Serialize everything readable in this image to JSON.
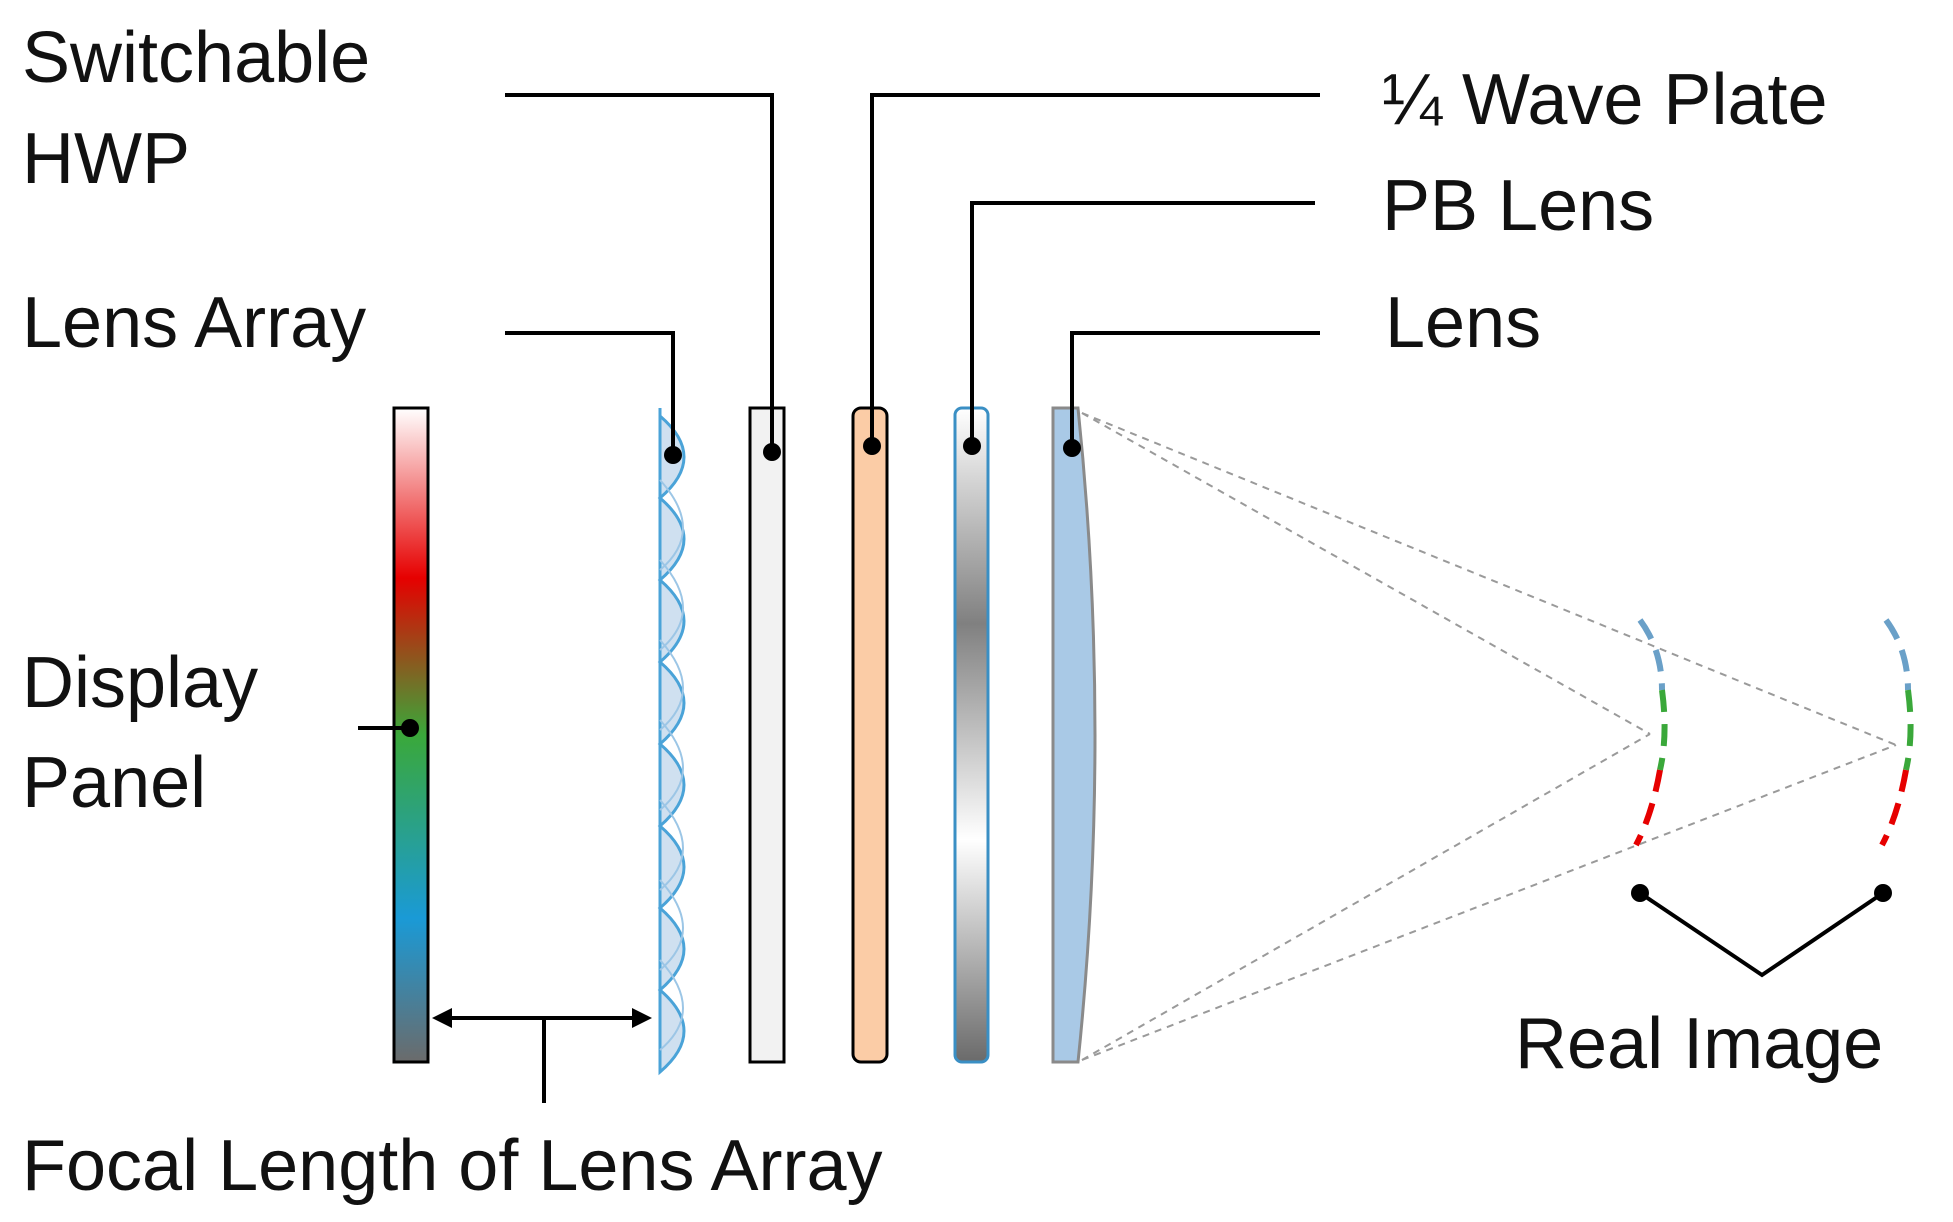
{
  "labels": {
    "switchable_hwp_line1": "Switchable",
    "switchable_hwp_line2": "HWP",
    "lens_array": "Lens Array",
    "display_panel_line1": "Display",
    "display_panel_line2": "Panel",
    "quarter_wave_plate": "¼ Wave Plate",
    "pb_lens": "PB Lens",
    "lens": "Lens",
    "real_image": "Real Image",
    "focal_length": "Focal Length of Lens Array"
  },
  "colors": {
    "lens_array_fill": "#cfe0f0",
    "lens_array_stroke": "#4aa3d8",
    "hwp_fill": "#f2f2f2",
    "quarter_wave_fill": "#fbcca6",
    "pb_lens_stroke": "#3a8fc4",
    "lens_fill": "#a9c9e6",
    "display_gradient": [
      "#ffffff",
      "#e60000",
      "#3aa83a",
      "#1a9ad6",
      "#6b6b6b"
    ]
  }
}
